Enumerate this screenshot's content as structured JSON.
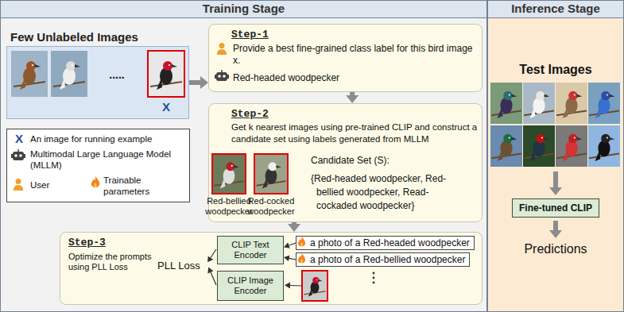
{
  "diagram": {
    "nodes": [
      {
        "text": [
          "Training Stage"
        ]
      },
      {
        "text": [
          "Inference Stage"
        ]
      },
      {
        "text": [
          "Few Unlabeled Images"
        ],
        "in": 0
      },
      {
        "text": [
          "Step-1",
          "Provide a best fine-grained class label for this bird image x.",
          "Red-headed woodpecker"
        ],
        "in": 0
      },
      {
        "text": [
          "Step-2",
          "Get k nearest images using pre-trained CLIP and construct a candidate set using labels generated from MLLM",
          "Candidate Set (S):",
          "{Red-headed woodpecker, Red-bellied woodpecker, Read-cockaded woodpecker}"
        ],
        "in": 0
      },
      {
        "text": [
          "Step-3",
          "Optimize the prompts using PLL Loss",
          "PLL Loss"
        ],
        "in": 0
      },
      {
        "text": [
          "CLIP Text Encoder"
        ],
        "in": 5
      },
      {
        "text": [
          "a photo of a Red-headed woodpecker"
        ],
        "in": 5
      },
      {
        "text": [
          "a photo of a Red-bellied woodpecker"
        ],
        "in": 5
      },
      {
        "text": [
          "CLIP Image Encoder"
        ],
        "in": 5
      },
      {
        "text": [
          "Fine-tuned CLIP"
        ],
        "in": 1
      }
    ],
    "edges": [
      {
        "from": 2,
        "to": 3,
        "arrow": "to"
      },
      {
        "from": 3,
        "to": 4,
        "arrow": "to"
      },
      {
        "from": 4,
        "to": 5,
        "arrow": "to"
      },
      {
        "from": 7,
        "to": 6,
        "arrow": "to"
      },
      {
        "from": 8,
        "to": 6,
        "arrow": "to"
      }
    ],
    "labels": [
      ".....",
      "X",
      "X",
      "Red-bellied woodpecker",
      "Red-cocked woodpecker",
      "Test Images",
      "Predictions"
    ],
    "legend": [
      {
        "text": "An image for running example"
      },
      {
        "text": "Multimodal Large Language Model (MLLM)"
      },
      {
        "text": "User"
      },
      {
        "text": "Trainable parameters"
      }
    ]
  }
}
